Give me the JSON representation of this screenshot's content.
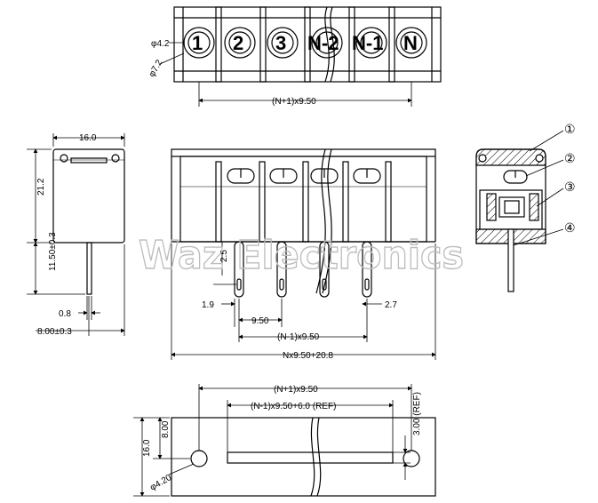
{
  "top_view": {
    "terminal_labels": [
      "1",
      "2",
      "3",
      "N-2",
      "N-1",
      "N"
    ],
    "dim_hole": "φ4.2",
    "dim_head": "φ7.2",
    "dim_pitch_total": "(N+1)x9.50"
  },
  "side_view": {
    "dim_width": "16.0",
    "dim_height": "21.2",
    "dim_pin_length": "11.50±0.3",
    "dim_pin_thickness": "0.8",
    "dim_pin_offset": "8.00±0.3"
  },
  "front_view": {
    "dim_pin_drop": "2.5",
    "dim_edge": "1.9",
    "dim_pin_spacing": "9.50",
    "dim_pin_width": "2.7",
    "dim_pin_span": "(N-1)x9.50",
    "dim_total_length": "Nx9.50+20.8"
  },
  "section_view": {
    "callouts": [
      "①",
      "②",
      "③",
      "④"
    ]
  },
  "footprint": {
    "dim_hole_spacing": "(N+1)x9.50",
    "dim_slot_length": "(N-1)x9.50+6.0 (REF)",
    "dim_slot_width": "3.00 (REF)",
    "dim_width": "16.0",
    "dim_center": "8.00",
    "dim_hole": "φ4.20"
  },
  "watermark": "Waz Electronics"
}
